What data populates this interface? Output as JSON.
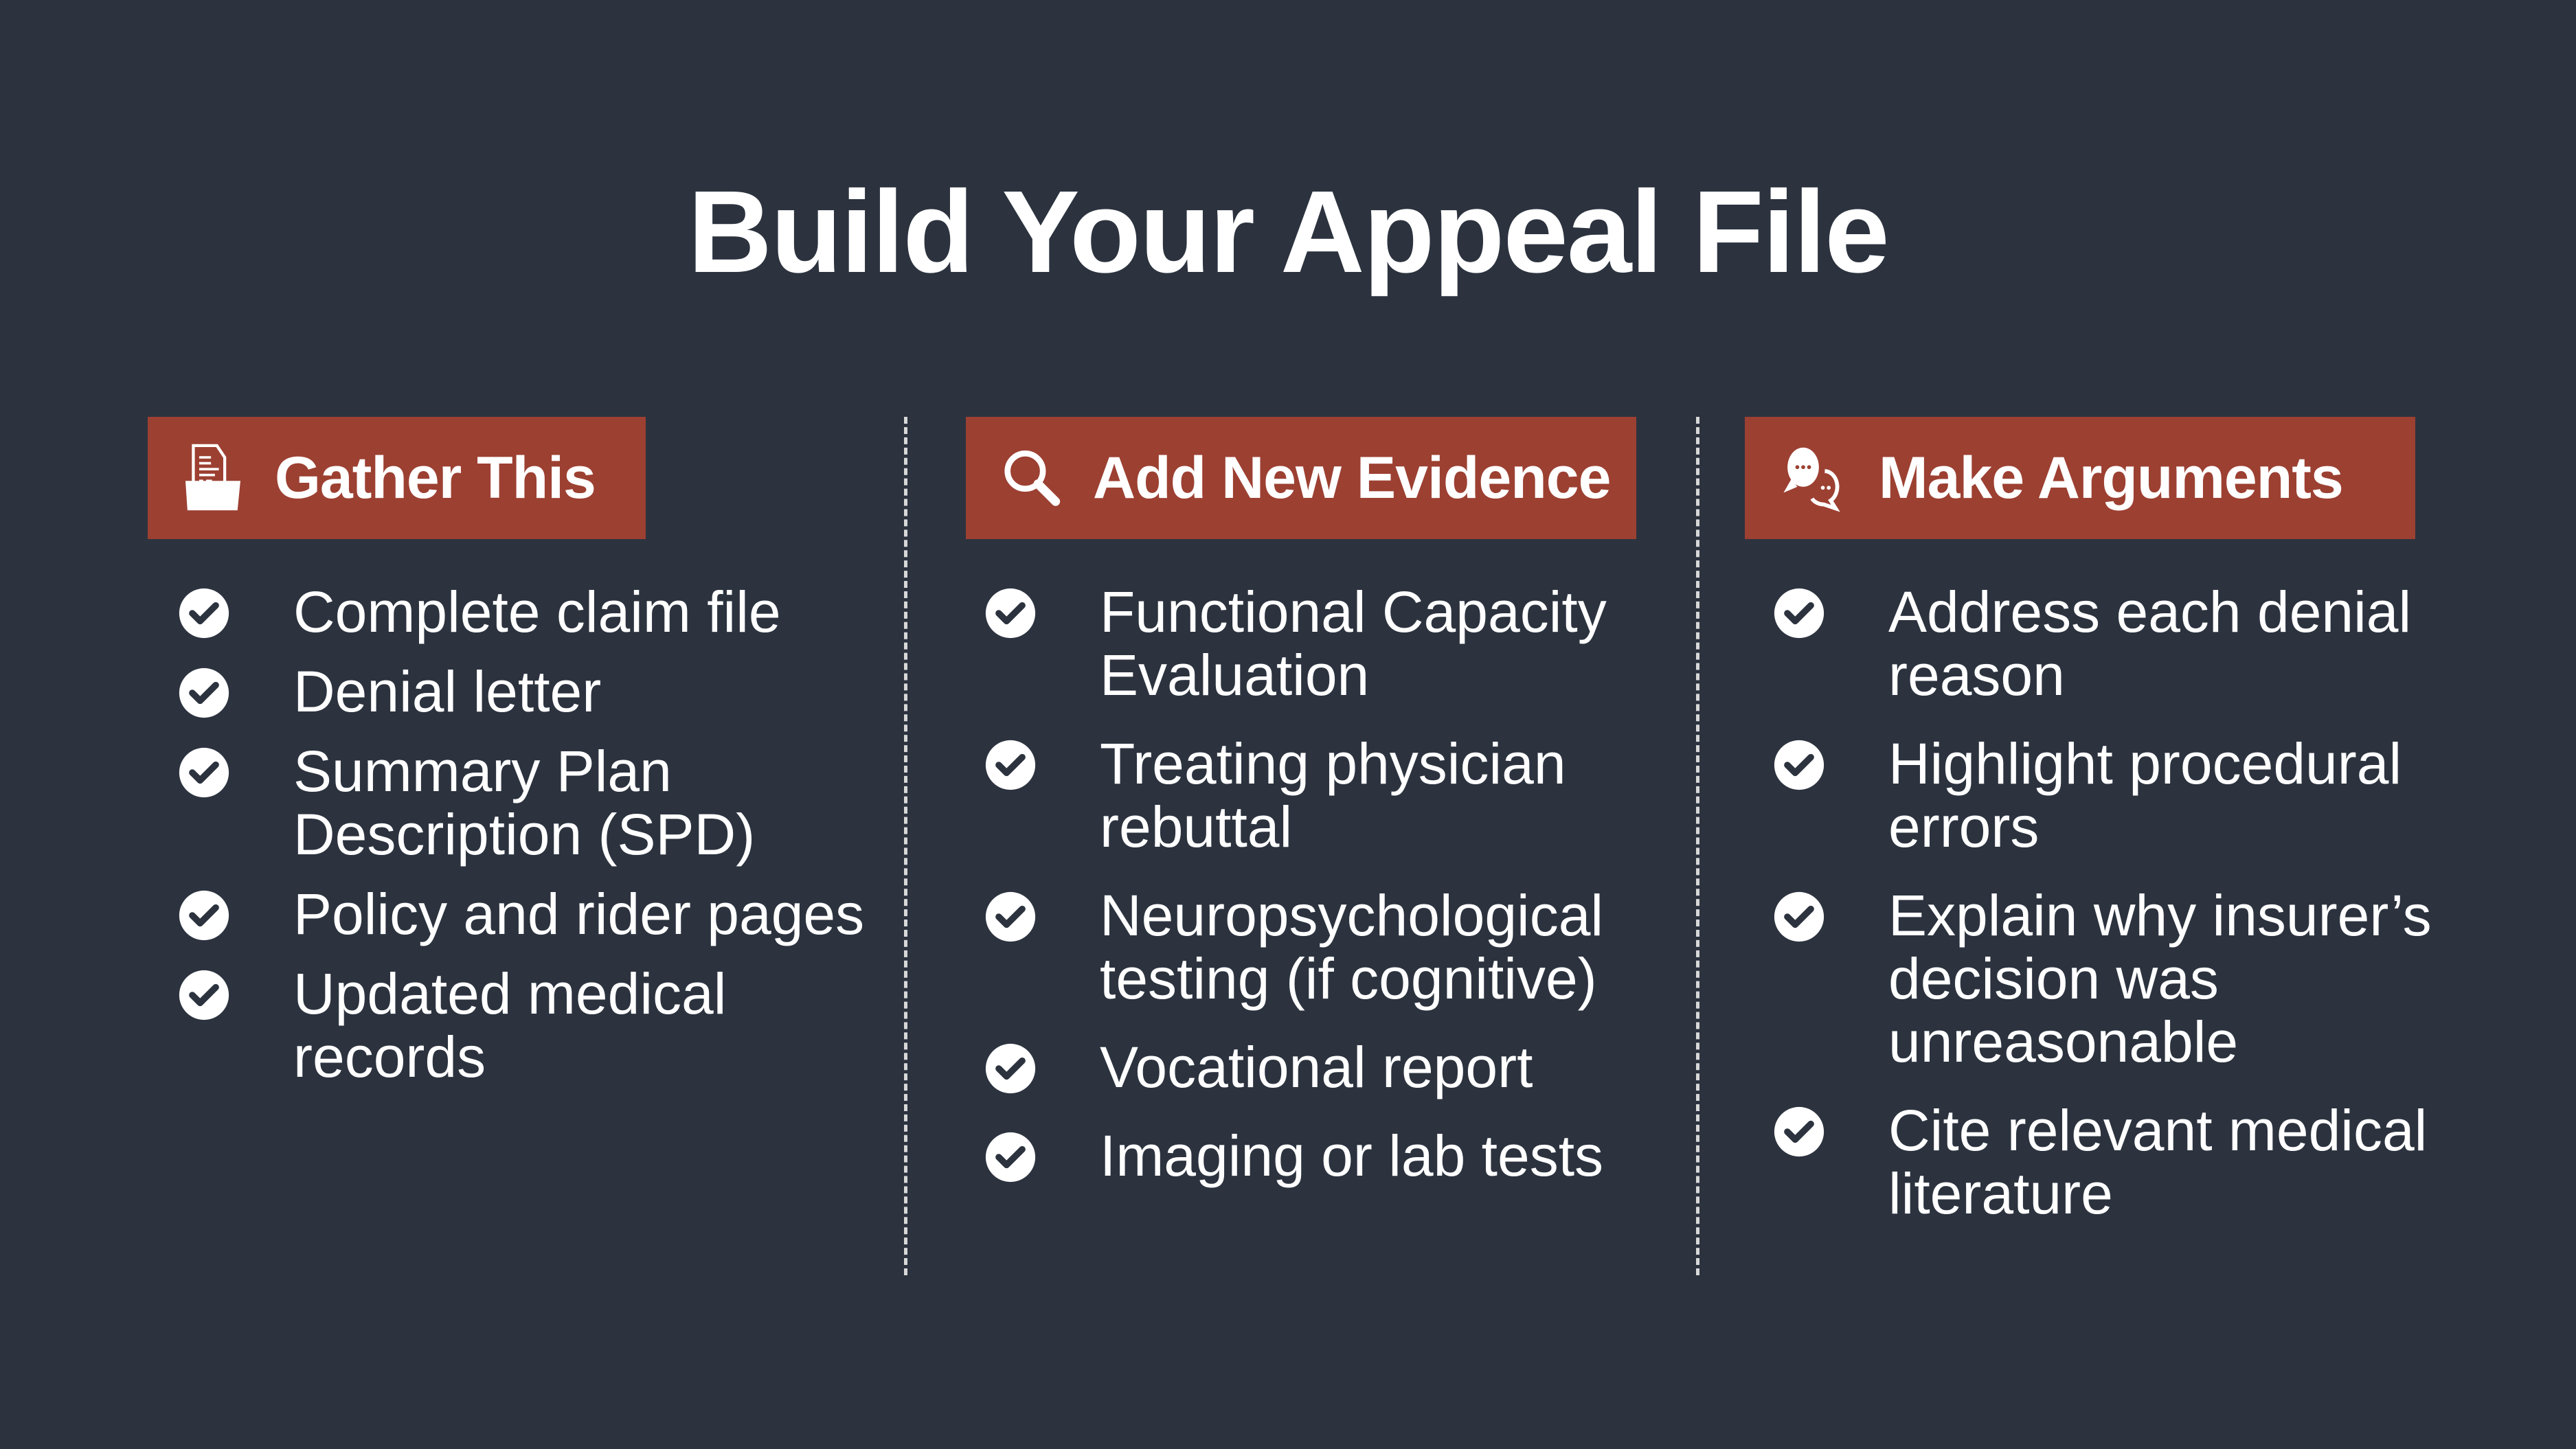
{
  "title": "Build Your Appeal File",
  "columns": [
    {
      "heading": "Gather This",
      "icon": "folder-document-icon",
      "items": [
        "Complete claim file",
        "Denial letter",
        "Summary Plan Description (SPD)",
        "Policy and rider pages",
        "Updated medical records"
      ]
    },
    {
      "heading": "Add New Evidence",
      "icon": "magnifier-icon",
      "items": [
        "Functional Capacity Evaluation",
        "Treating physician rebuttal",
        "Neuropsychological testing (if cognitive)",
        "Vocational report",
        "Imaging or lab tests"
      ]
    },
    {
      "heading": "Make Arguments",
      "icon": "chat-bubbles-icon",
      "items": [
        "Address each denial reason",
        "Highlight procedural errors",
        "Explain why insurer’s decision was unreasonable",
        "Cite relevant medical literature"
      ]
    }
  ],
  "colors": {
    "background": "#2c333f",
    "accent": "#9c4032"
  }
}
